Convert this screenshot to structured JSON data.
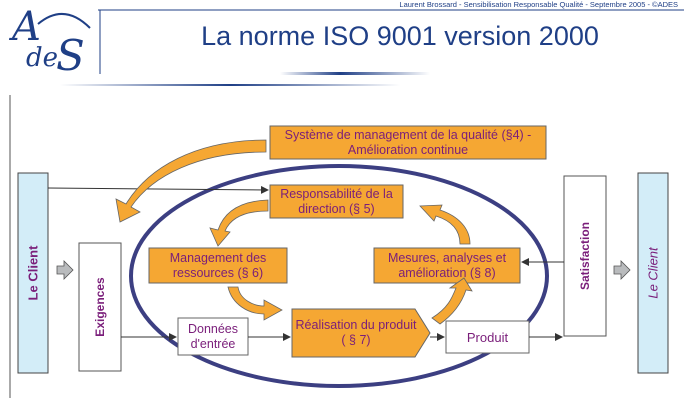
{
  "header": {
    "credit": "Laurent Brossard - Sensibilisation Responsable Qualité - Septembre 2005 - ©ADES",
    "title": "La norme ISO 9001 version 2000",
    "logo_text": "ADES"
  },
  "diagram": {
    "sms": "Système de management de la qualité (§4) - Amélioration continue",
    "responsabilite": "Responsabilité de la direction (§ 5)",
    "ressources": "Management des ressources (§ 6)",
    "mesures": "Mesures, analyses et amélioration  (§ 8)",
    "realisation": "Réalisation du produit ( § 7)",
    "donnees": "Données d'entrée",
    "produit": "Produit",
    "exigences": "Exigences",
    "satisfaction": "Satisfaction",
    "client_left": "Le Client",
    "client_right": "Le Client"
  },
  "colors": {
    "title": "#1f3f86",
    "orange": "#f5a733",
    "client_fill": "#d3edf8",
    "label": "#7a1e7a",
    "ellipse": "#3c3f82"
  }
}
